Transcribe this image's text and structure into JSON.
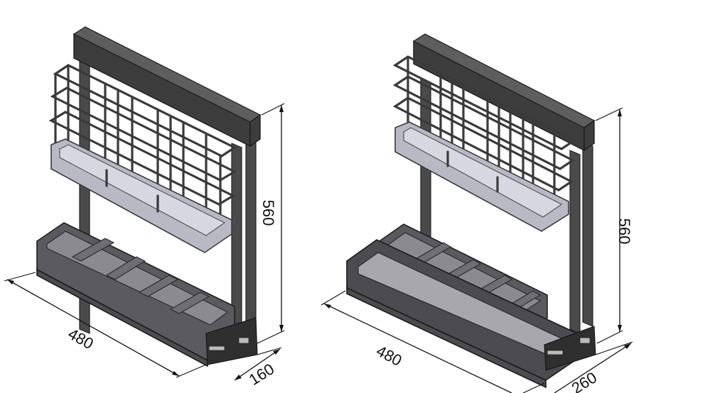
{
  "drawings": [
    {
      "dimensions": {
        "width": "480",
        "depth": "160",
        "height": "560"
      }
    },
    {
      "dimensions": {
        "width": "480",
        "depth": "260",
        "height": "560"
      }
    }
  ]
}
